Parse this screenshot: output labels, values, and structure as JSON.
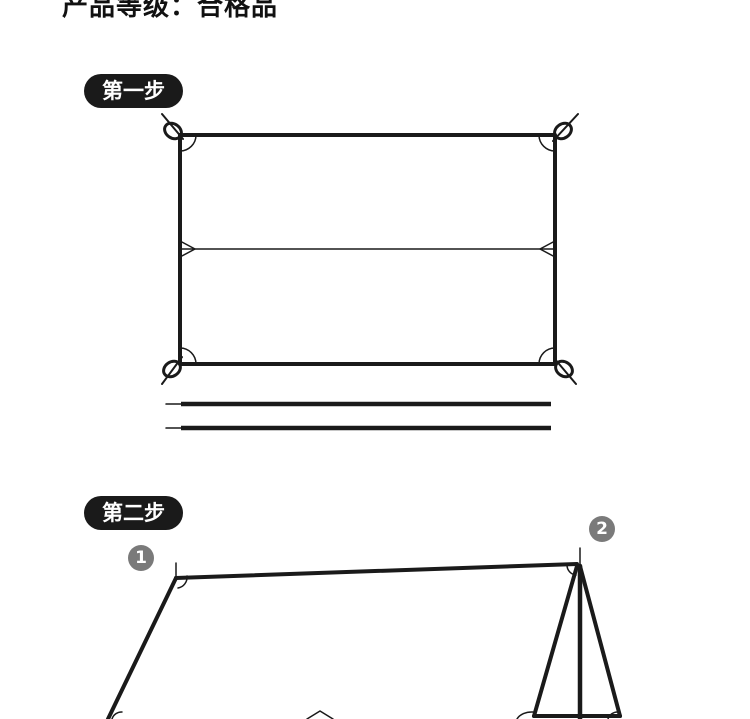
{
  "header": {
    "text": "产品等级：合格品"
  },
  "steps": [
    {
      "label": "第一步"
    },
    {
      "label": "第二步"
    }
  ],
  "markers": [
    {
      "number": "1"
    },
    {
      "number": "2"
    }
  ]
}
